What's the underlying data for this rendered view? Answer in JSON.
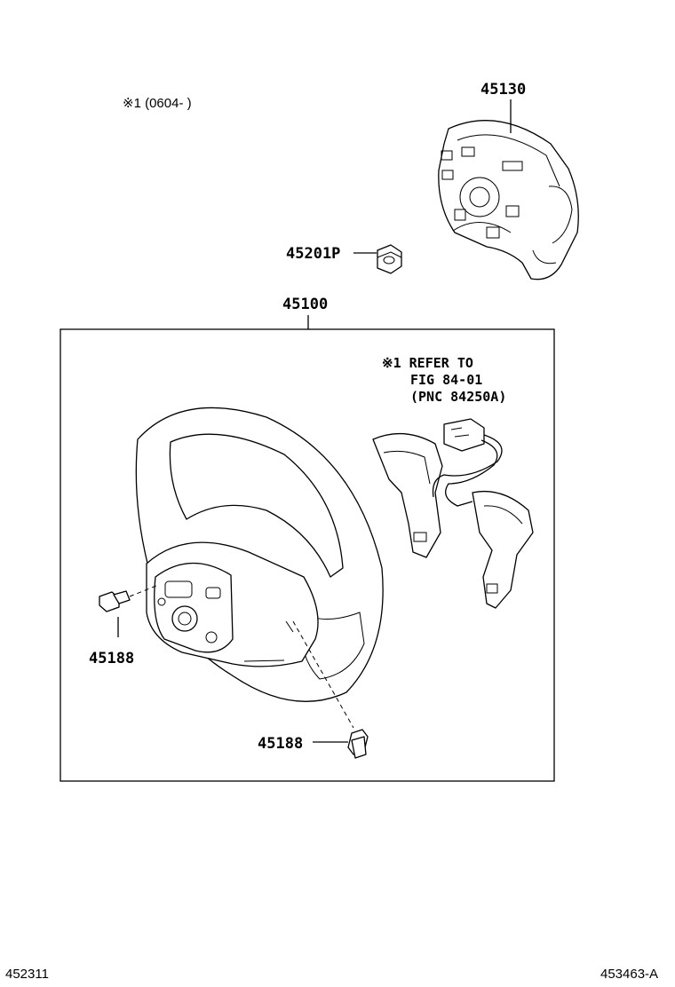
{
  "header": {
    "range_note": "※1 (0604-      )"
  },
  "parts": {
    "airbag_assembly": "45130",
    "nut": "45201P",
    "steering_wheel_assembly": "45100",
    "bolt_left": "45188",
    "bolt_bottom": "45188"
  },
  "reference_note": {
    "line1": "※1 REFER TO",
    "line2": "FIG 84-01",
    "line3": "(PNC 84250A)"
  },
  "footer": {
    "left_code": "452311",
    "right_code": "453463-A"
  }
}
